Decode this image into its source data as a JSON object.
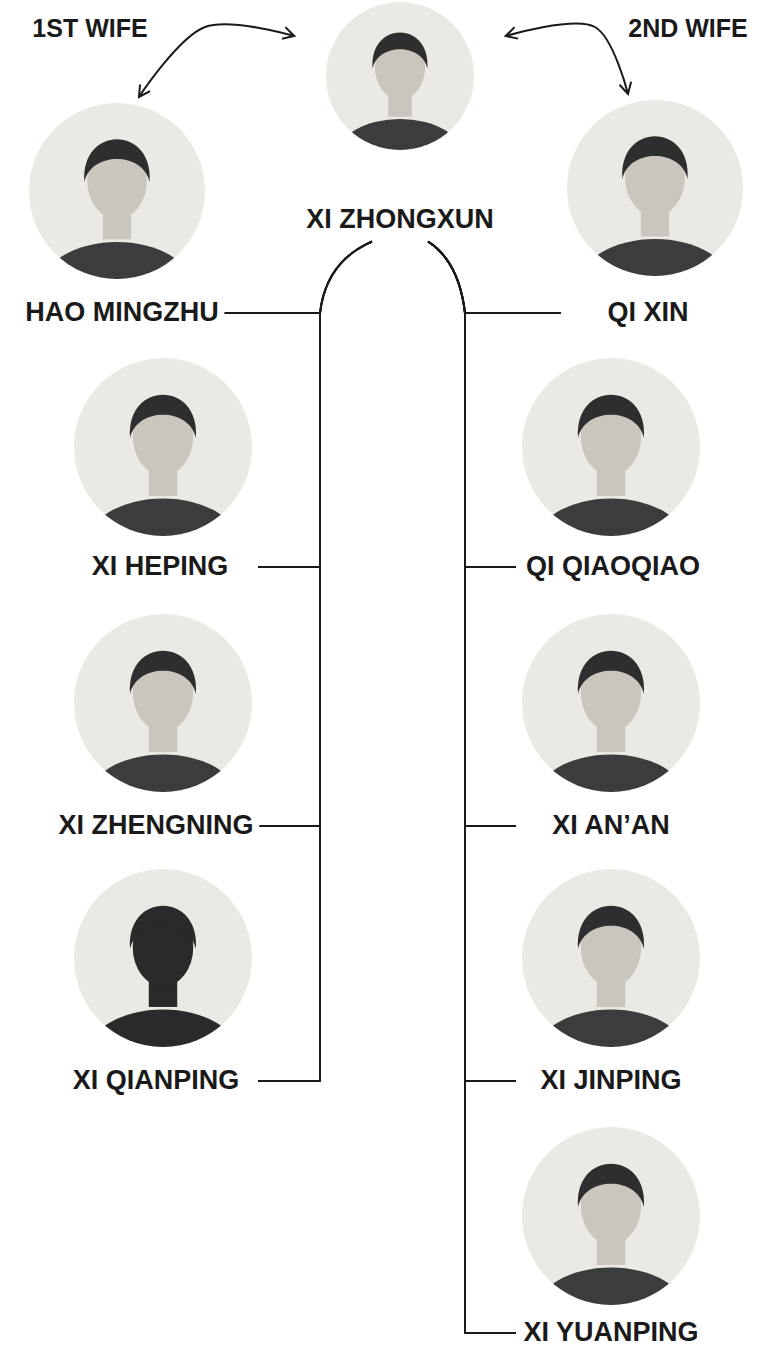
{
  "diagram": {
    "nodes": [
      {
        "text": [
          "XI ZHONGXUN"
        ]
      },
      {
        "text": [
          "HAO MINGZHU"
        ]
      },
      {
        "text": [
          "QI XIN"
        ]
      },
      {
        "text": [
          "XI HEPING"
        ]
      },
      {
        "text": [
          "QI QIAOQIAO"
        ]
      },
      {
        "text": [
          "XI ZHENGNING"
        ]
      },
      {
        "text": [
          "XI AN’AN"
        ]
      },
      {
        "text": [
          "XI QIANPING"
        ]
      },
      {
        "text": [
          "XI JINPING"
        ]
      },
      {
        "text": [
          "XI YUANPING"
        ]
      }
    ],
    "edges": [
      {
        "from": 0,
        "to": 1,
        "arrow": "both"
      },
      {
        "from": 0,
        "to": 2,
        "arrow": "both"
      },
      {
        "from": 0,
        "to": 3,
        "arrow": "none"
      },
      {
        "from": 0,
        "to": 5,
        "arrow": "none"
      },
      {
        "from": 0,
        "to": 7,
        "arrow": "none"
      },
      {
        "from": 1,
        "to": 3,
        "arrow": "none"
      },
      {
        "from": 1,
        "to": 5,
        "arrow": "none"
      },
      {
        "from": 1,
        "to": 7,
        "arrow": "none"
      },
      {
        "from": 0,
        "to": 4,
        "arrow": "none"
      },
      {
        "from": 0,
        "to": 6,
        "arrow": "none"
      },
      {
        "from": 0,
        "to": 8,
        "arrow": "none"
      },
      {
        "from": 0,
        "to": 9,
        "arrow": "none"
      },
      {
        "from": 2,
        "to": 4,
        "arrow": "none"
      },
      {
        "from": 2,
        "to": 6,
        "arrow": "none"
      },
      {
        "from": 2,
        "to": 8,
        "arrow": "none"
      },
      {
        "from": 2,
        "to": 9,
        "arrow": "none"
      }
    ],
    "labels": [
      "1ST WIFE",
      "2ND WIFE"
    ]
  }
}
